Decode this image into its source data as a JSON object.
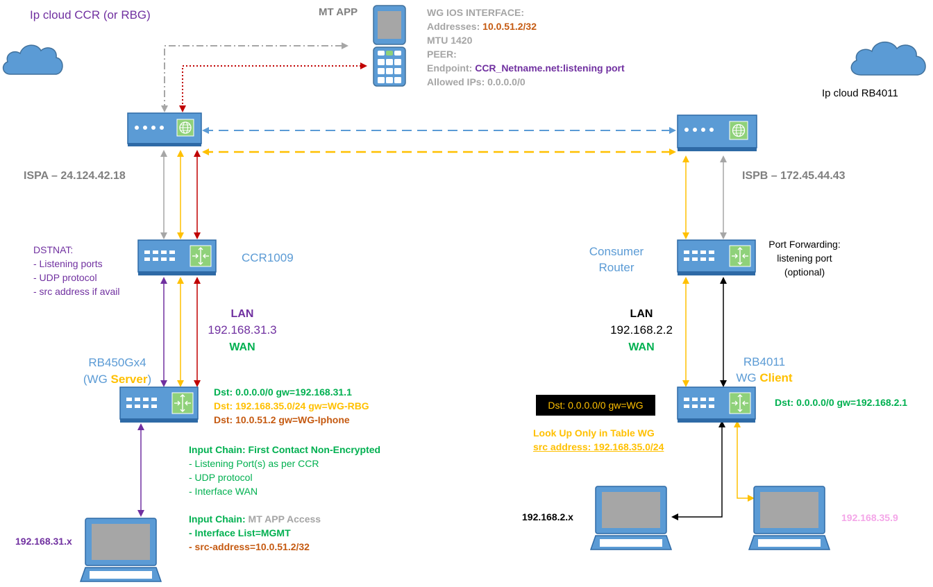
{
  "colors": {
    "device": "#4a8ccb",
    "device_dark": "#2e6aa6",
    "accent_green": "#8fd17a",
    "gray_text": "#7f7f7f",
    "purple": "#7030a0",
    "green": "#00b050",
    "orange": "#ffc000",
    "brown": "#c55a11",
    "red": "#c00000",
    "blue_text": "#5b9bd5",
    "pink": "#f4a6e8",
    "light_gray_text": "#a5a5a5"
  },
  "clouds": {
    "left_label": "Ip cloud CCR  (or RBG)",
    "right_label": "Ip cloud RB4011"
  },
  "phone": {
    "title": "MT APP",
    "config": {
      "header": "WG IOS INTERFACE:",
      "addresses_label": "Addresses:",
      "addresses_value": "10.0.51.2/32",
      "mtu": "MTU 1420",
      "peer": "PEER:",
      "endpoint_label": "Endpoint:",
      "endpoint_value": "CCR_Netname.net:listening port",
      "allowed_ips": "Allowed IPs: 0.0.0.0/0"
    }
  },
  "isp": {
    "left_label": "ISPA – 24.124.42.18",
    "right_label": "ISPB – 172.45.44.43"
  },
  "ccr": {
    "name": "CCR1009",
    "dstnat_title": "DSTNAT:",
    "dstnat_items": [
      "- Listening ports",
      "- UDP protocol",
      "- src address if avail"
    ]
  },
  "left_link": {
    "lan": "LAN",
    "ip": "192.168.31.3",
    "wan": "WAN"
  },
  "rb450": {
    "name": "RB450Gx4",
    "role_open": "(WG ",
    "role_word": "Server",
    "role_close": ")",
    "routes": [
      "Dst: 0.0.0.0/0  gw=192.168.31.1",
      "Dst: 192.168.35.0/24  gw=WG-RBG",
      "Dst: 10.0.51.2  gw=WG-Iphone"
    ]
  },
  "input_chain_1": {
    "prefix": "Input Chain:  First Contact ",
    "suffix": "Non-Encrypted",
    "items": [
      "- Listening Port(s) as per CCR",
      "- UDP protocol",
      "- Interface WAN"
    ]
  },
  "input_chain_2": {
    "prefix": "Input Chain:  ",
    "suffix": "MT APP Access",
    "item1": "- Interface List=MGMT",
    "item2": "- src-address=10.0.51.2/32"
  },
  "laptop_left_ip": "192.168.31.x",
  "consumer_router": {
    "name_line1": "Consumer",
    "name_line2": "Router",
    "pf_line1": "Port Forwarding:",
    "pf_line2": "listening port",
    "pf_line3": "(optional)"
  },
  "right_link": {
    "lan": "LAN",
    "ip": "192.168.2.2",
    "wan": "WAN"
  },
  "rb4011": {
    "name": "RB4011",
    "role_prefix": "WG ",
    "role_word": "Client",
    "route": "Dst: 0.0.0.0/0  gw=192.168.2.1"
  },
  "wg_table": {
    "box_text": "Dst: 0.0.0.0/0 gw=WG",
    "lookup": "Look Up Only in Table WG",
    "src": "src address:  192.168.35.0/24"
  },
  "laptop_right1_ip": "192.168.2.x",
  "laptop_right2_ip": "192.168.35.9"
}
